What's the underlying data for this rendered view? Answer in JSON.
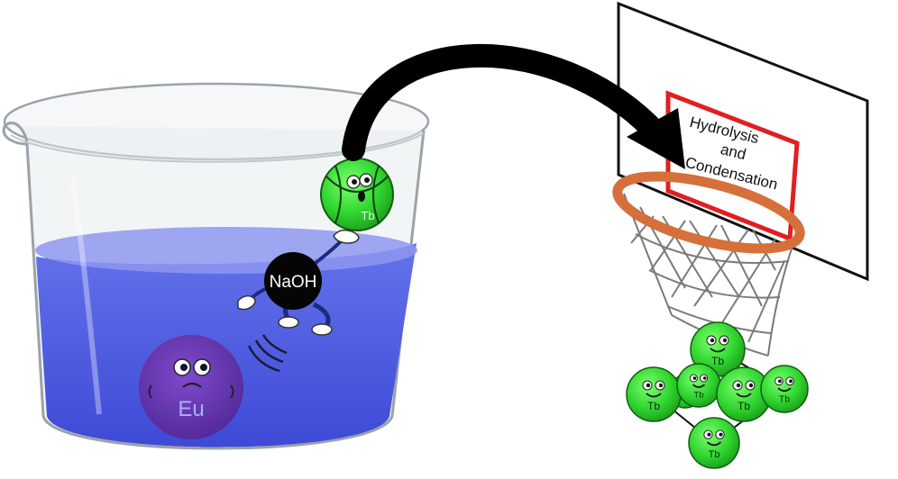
{
  "beaker": {
    "reagent_label": "NaOH",
    "dissolved_ion_label": "Eu",
    "liquid_color": "#4f5ee0",
    "liquid_top_color": "#8f97f0"
  },
  "ball": {
    "label": "Tb",
    "color": "#2fd52f"
  },
  "backboard": {
    "line1": "Hydrolysis",
    "line2": "and",
    "line3": "Condensation",
    "target_color": "#e02020"
  },
  "hoop": {
    "rim_color": "#e07a3a"
  },
  "cluster": {
    "particle_labels": [
      "Tb",
      "Tb",
      "Tb",
      "Tb",
      "Tb",
      "Tb",
      "Tb"
    ],
    "particle_color": "#2fd52f"
  },
  "eu_ion": {
    "color": "#6a2fa8"
  }
}
